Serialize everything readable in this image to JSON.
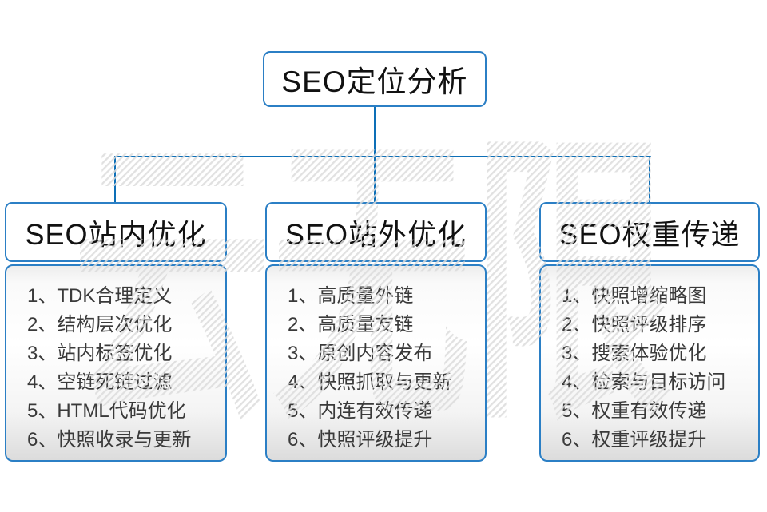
{
  "diagram": {
    "root_title": "SEO定位分析",
    "watermark_text": "云无限",
    "columns": [
      {
        "title": "SEO站内优化",
        "items": [
          "1、TDK合理定义",
          "2、结构层次优化",
          "3、站内标签优化",
          "4、空链死链过滤",
          "5、HTML代码优化",
          "6、快照收录与更新"
        ]
      },
      {
        "title": "SEO站外优化",
        "items": [
          "1、高质量外链",
          "2、高质量友链",
          "3、原创内容发布",
          "4、快照抓取与更新",
          "5、内连有效传递",
          "6、快照评级提升"
        ]
      },
      {
        "title": "SEO权重传递",
        "items": [
          "1、快照增缩略图",
          "2、快照评级排序",
          "3、搜索体验优化",
          "4、检索与目标访问",
          "5、权重有效传递",
          "6、权重评级提升"
        ]
      }
    ],
    "colors": {
      "connector": "#0d6fb7",
      "box_border": "#2b7fc5",
      "title_text": "#111111",
      "item_text": "#3a3a3a",
      "watermark": "#dcdcdc"
    }
  }
}
